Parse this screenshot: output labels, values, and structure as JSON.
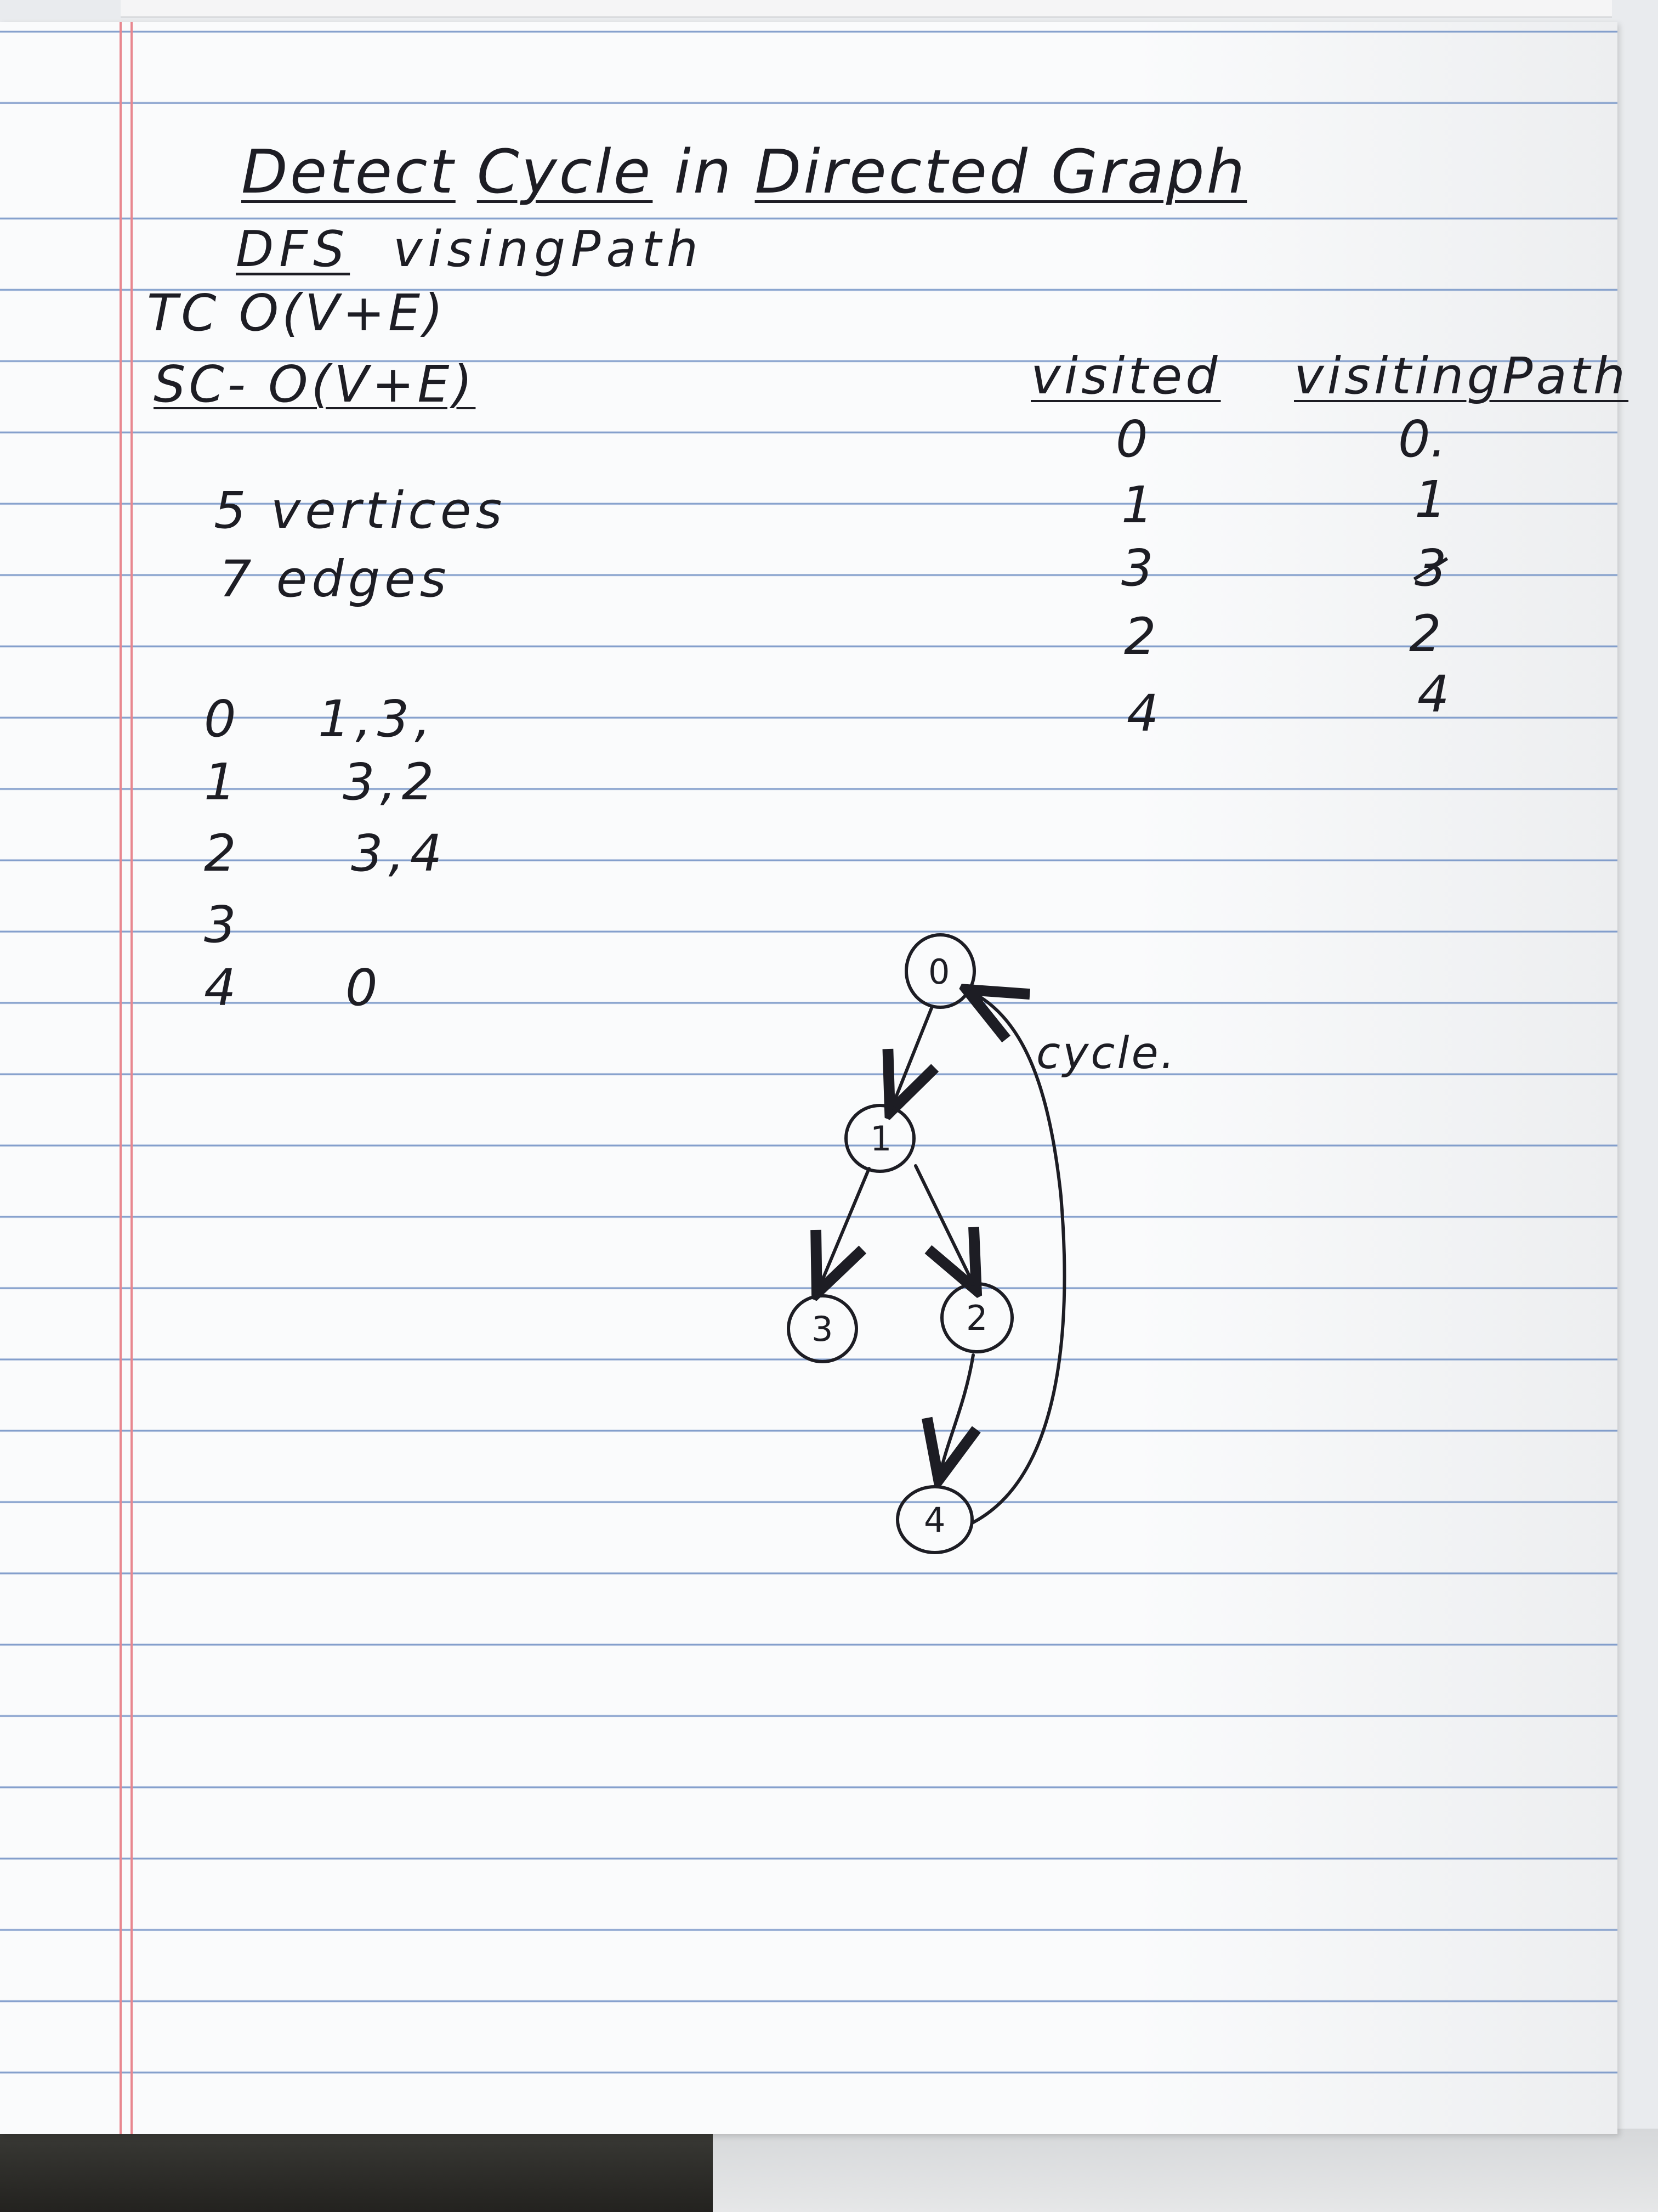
{
  "notes": {
    "title_parts": [
      "Detect",
      "Cycle",
      "in",
      "Directed Graph"
    ],
    "method": "DFS",
    "method_detail": "visingPath",
    "tc": "TC  O(V+E)",
    "sc": "SC- O(V+E)",
    "vertices": "5 vertices",
    "edges": "7 edges",
    "adjacency": [
      {
        "vertex": "0",
        "neighbors": "1,3,"
      },
      {
        "vertex": "1",
        "neighbors": "3,2"
      },
      {
        "vertex": "2",
        "neighbors": "3,4"
      },
      {
        "vertex": "3",
        "neighbors": ""
      },
      {
        "vertex": "4",
        "neighbors": "0"
      }
    ],
    "visited_header": "visited",
    "visiting_path_header": "visitingPath",
    "visited": [
      "0",
      "1",
      "3",
      "2",
      "4"
    ],
    "visiting_path": [
      "0.",
      "1",
      "3",
      "2",
      "4"
    ],
    "struck_index": 2,
    "cycle_label": "cycle."
  },
  "graph": {
    "nodes": [
      "0",
      "1",
      "3",
      "2",
      "4"
    ],
    "edges": [
      [
        "0",
        "1"
      ],
      [
        "1",
        "3"
      ],
      [
        "1",
        "2"
      ],
      [
        "2",
        "4"
      ],
      [
        "4",
        "0"
      ]
    ]
  },
  "colors": {
    "ink": "#1d1d24",
    "rule_line": "#6f8fc4",
    "margin_line": "#e8878f",
    "paper": "#fafbfc"
  }
}
